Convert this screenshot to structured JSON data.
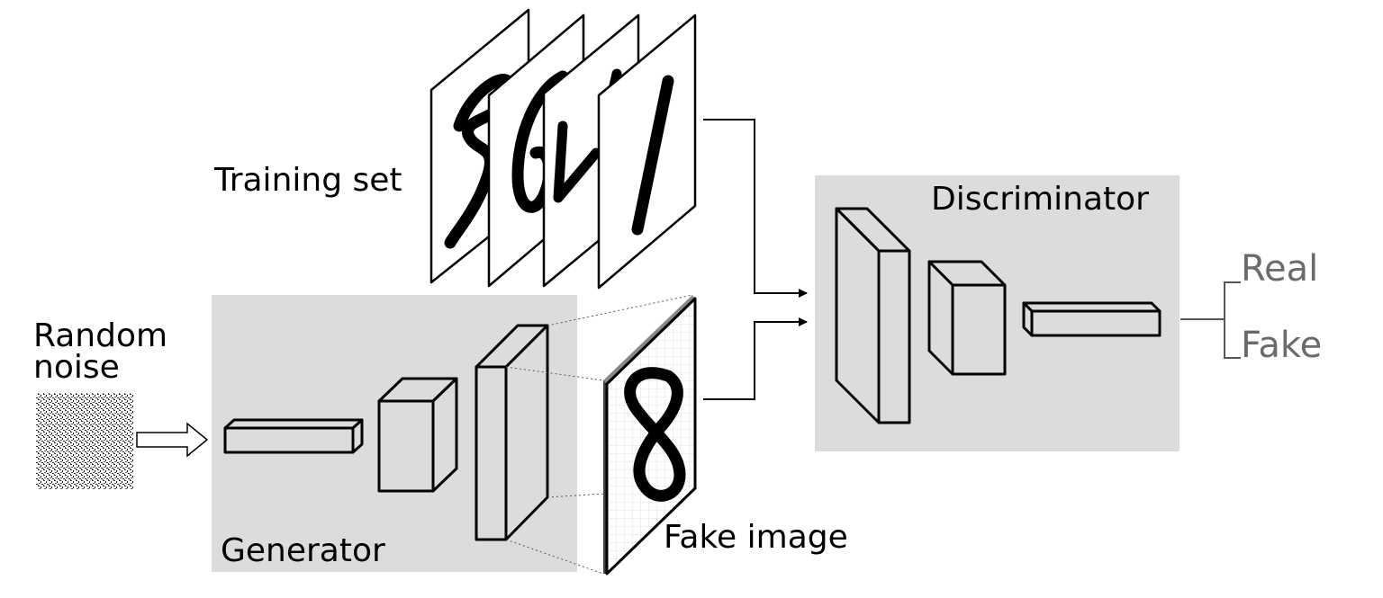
{
  "labels": {
    "random_noise": [
      "Random",
      "noise"
    ],
    "training_set": "Training set",
    "generator": "Generator",
    "fake_image": "Fake image",
    "discriminator": "Discriminator"
  },
  "outputs": [
    "Real",
    "Fake"
  ],
  "colors": {
    "panel": "#dcdcdc",
    "stroke": "#000000",
    "output_text": "#6b6b6b"
  }
}
